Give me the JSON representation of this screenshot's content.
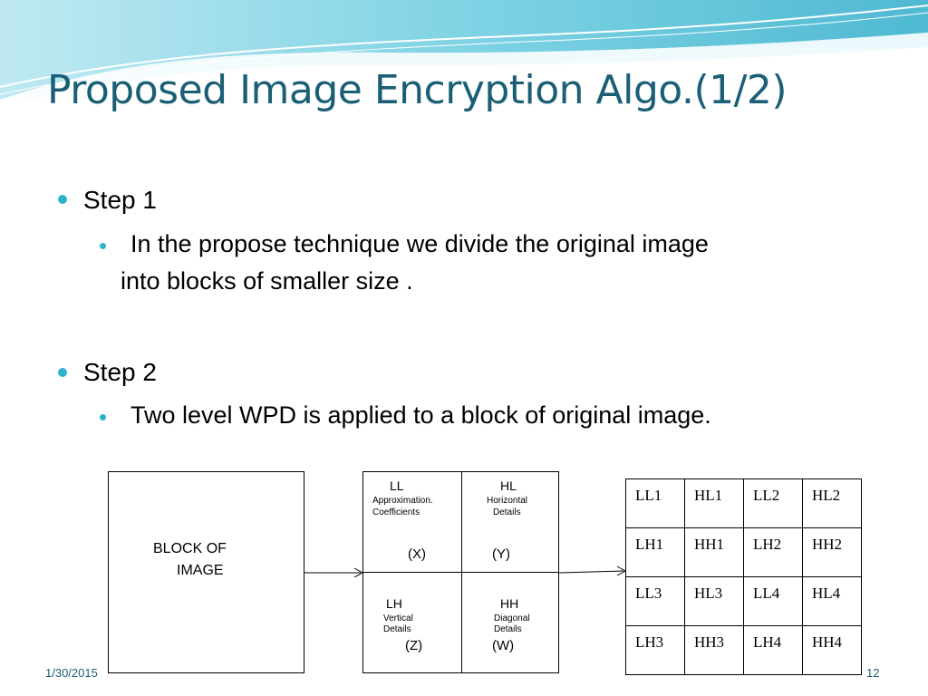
{
  "slide": {
    "title": "Proposed Image Encryption Algo.(1/2)",
    "bullets": [
      {
        "label": "Step 1",
        "sub": [
          "In the propose technique we divide the original image",
          "into blocks of smaller size ."
        ]
      },
      {
        "label": "Step 2",
        "sub": [
          "Two level WPD is applied to a block of original image."
        ]
      }
    ]
  },
  "diagram": {
    "block_label": [
      "BLOCK OF",
      "IMAGE"
    ],
    "quadrants": {
      "ll": {
        "code": "LL",
        "desc": [
          "Approximation.",
          "Coefficients"
        ],
        "var": "(X)"
      },
      "hl": {
        "code": "HL",
        "desc": [
          "Horizontal",
          "Details"
        ],
        "var": "(Y)"
      },
      "lh": {
        "code": "LH",
        "desc": [
          "Vertical",
          "Details"
        ],
        "var": "(Z)"
      },
      "hh": {
        "code": "HH",
        "desc": [
          "Diagonal",
          "Details"
        ],
        "var": "(W)"
      }
    },
    "grid": [
      [
        "LL1",
        "HL1",
        "LL2",
        "HL2"
      ],
      [
        "LH1",
        "HH1",
        "LH2",
        "HH2"
      ],
      [
        "LL3",
        "HL3",
        "LL4",
        "HL4"
      ],
      [
        "LH3",
        "HH3",
        "LH4",
        "HH4"
      ]
    ]
  },
  "footer": {
    "date": "1/30/2015",
    "page": "12"
  },
  "colors": {
    "title": "#1a5f75",
    "bullet": "#2ab3c9",
    "wave": "#7fd0e0"
  }
}
